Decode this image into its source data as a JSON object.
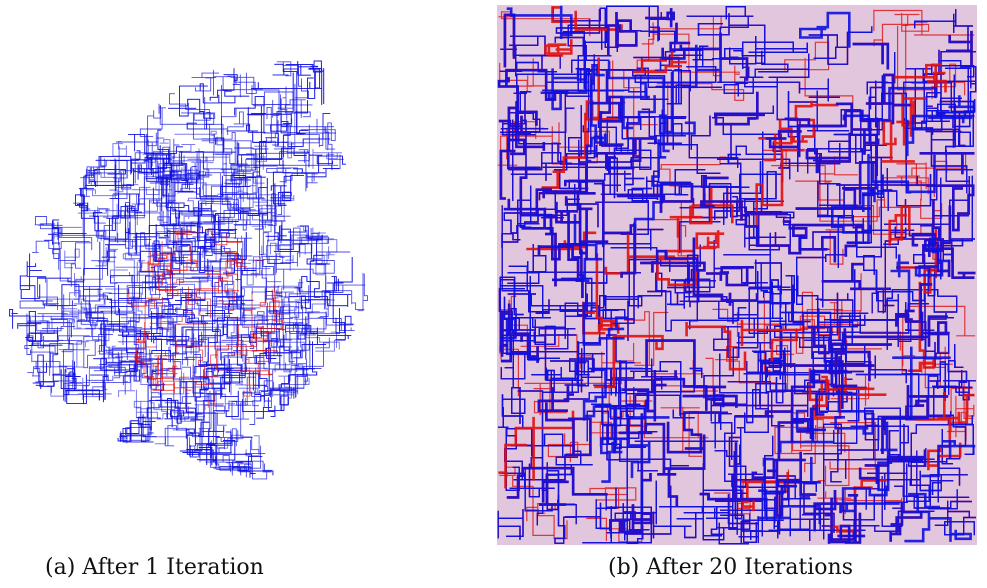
{
  "figure": {
    "colors": {
      "blue": "#1010e0",
      "red": "#e01010"
    },
    "subfigures": [
      {
        "label": "(a)",
        "caption": "After 1 Iteration"
      },
      {
        "label": "(b)",
        "caption": "After 20 Iterations"
      }
    ]
  }
}
